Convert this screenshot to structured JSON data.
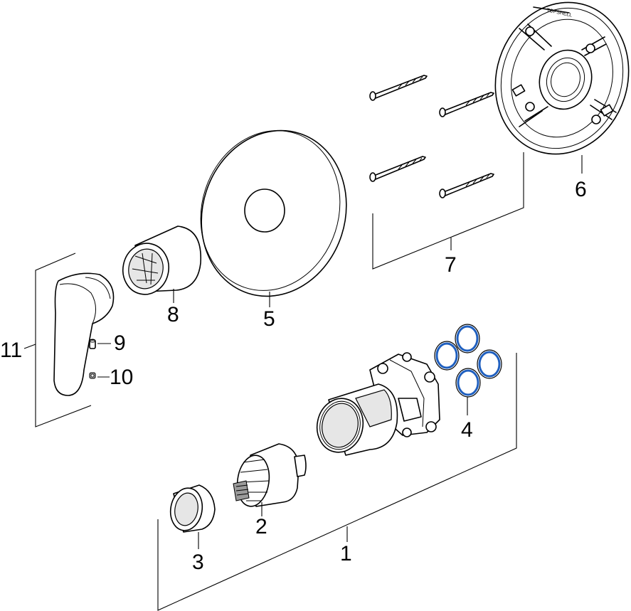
{
  "title": "",
  "colors": {
    "line": "#000000",
    "oring": "#1f5fbf",
    "shade": "#e6e6e6"
  },
  "parts": [
    {
      "id": "1",
      "label": "1"
    },
    {
      "id": "2",
      "label": "2"
    },
    {
      "id": "3",
      "label": "3"
    },
    {
      "id": "4",
      "label": "4"
    },
    {
      "id": "5",
      "label": "5"
    },
    {
      "id": "6",
      "label": "6"
    },
    {
      "id": "7",
      "label": "7"
    },
    {
      "id": "8",
      "label": "8"
    },
    {
      "id": "9",
      "label": "9"
    },
    {
      "id": "10",
      "label": "10"
    },
    {
      "id": "11",
      "label": "11"
    }
  ],
  "mounting_plate_marking": "TOPSHELL"
}
